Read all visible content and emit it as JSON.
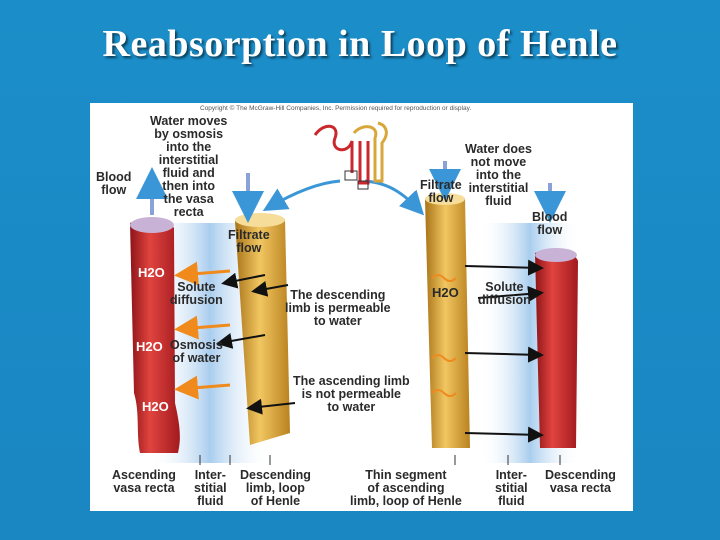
{
  "slide": {
    "title": "Reabsorption in Loop of Henle"
  },
  "figure": {
    "copyright": "Copyright © The McGraw-Hill Companies, Inc. Permission required for reproduction or display.",
    "left_panel": {
      "water_moves": "Water moves\nby osmosis\ninto the\ninterstitial\nfluid and\nthen into\nthe vasa\nrecta",
      "blood_flow": "Blood\nflow",
      "filtrate_flow": "Filtrate\nflow",
      "solute_diffusion": "Solute\ndiffusion",
      "osmosis_of_water": "Osmosis\nof water",
      "descending_permeable": "The descending\nlimb is permeable\nto water",
      "h2o_1": "H2O",
      "h2o_2": "H2O",
      "h2o_3": "H2O",
      "ascending_vasa_recta": "Ascending\nvasa recta",
      "interstitial_fluid": "Inter-\nstitial\nfluid",
      "descending_limb": "Descending\nlimb, loop\nof Henle"
    },
    "right_panel": {
      "water_does_not_move": "Water does\nnot move\ninto the\ninterstitial\nfluid",
      "filtrate_flow": "Filtrate\nflow",
      "blood_flow": "Blood\nflow",
      "h2o": "H2O",
      "solute_diffusion": "Solute\ndiffusion",
      "ascending_not_permeable": "The ascending limb\nis not permeable\nto water",
      "thin_segment": "Thin segment\nof ascending\nlimb, loop of Henle",
      "interstitial_fluid": "Inter-\nstitial\nfluid",
      "descending_vasa_recta": "Descending\nvasa recta"
    }
  },
  "colors": {
    "background": "#1a8bc6",
    "vessel_red": "#c9282d",
    "tubule_gold": "#d9a63a",
    "interstitial_blue": "#bcd7f0",
    "arrow_orange": "#f08a1c"
  }
}
